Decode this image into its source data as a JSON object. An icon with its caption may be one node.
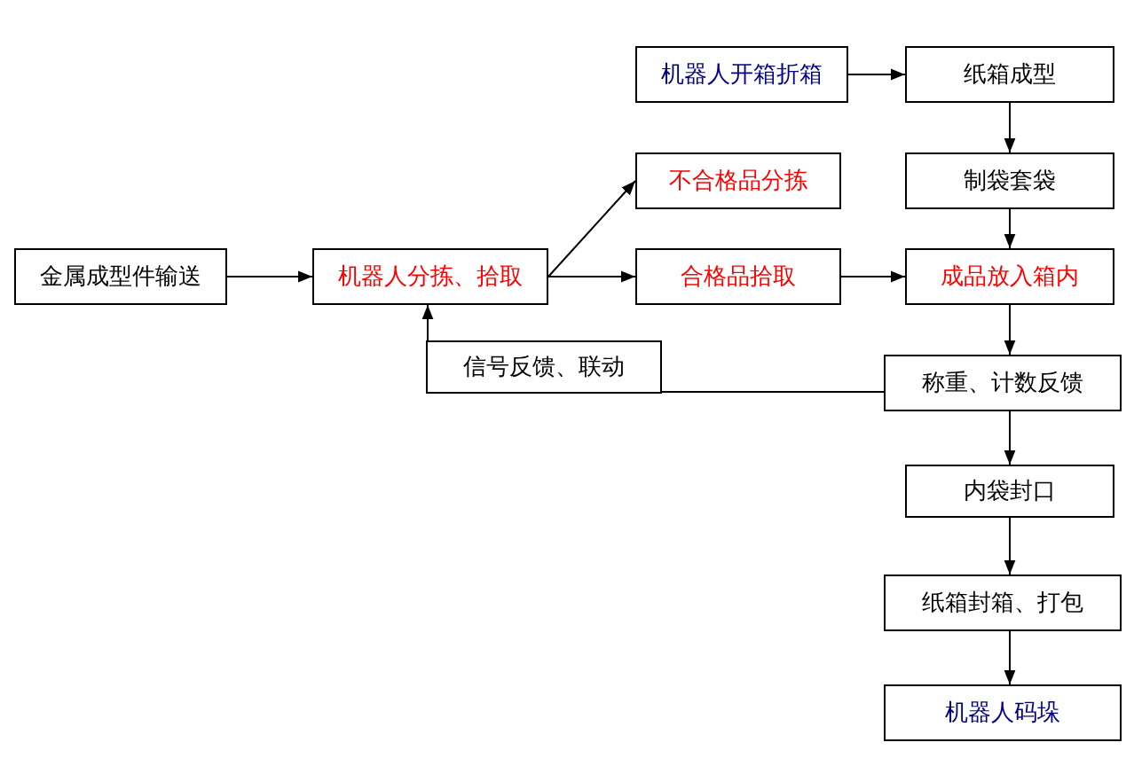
{
  "diagram": {
    "nodes": [
      {
        "text": [
          "金属成型件输送"
        ]
      },
      {
        "text": [
          "机器人分拣、拾取"
        ]
      },
      {
        "text": [
          "不合格品分拣"
        ]
      },
      {
        "text": [
          "合格品拾取"
        ]
      },
      {
        "text": [
          "机器人开箱折箱"
        ]
      },
      {
        "text": [
          "纸箱成型"
        ]
      },
      {
        "text": [
          "制袋套袋"
        ]
      },
      {
        "text": [
          "成品放入箱内"
        ]
      },
      {
        "text": [
          "信号反馈、联动"
        ]
      },
      {
        "text": [
          "称重、计数反馈"
        ]
      },
      {
        "text": [
          "内袋封口"
        ]
      },
      {
        "text": [
          "纸箱封箱、打包"
        ]
      },
      {
        "text": [
          "机器人码垛"
        ]
      }
    ],
    "edges": [
      {
        "from": 0,
        "to": 1,
        "arrow": "to"
      },
      {
        "from": 1,
        "to": 2,
        "arrow": "to"
      },
      {
        "from": 1,
        "to": 3,
        "arrow": "to"
      },
      {
        "from": 3,
        "to": 7,
        "arrow": "to"
      },
      {
        "from": 4,
        "to": 5,
        "arrow": "to"
      },
      {
        "from": 5,
        "to": 6,
        "arrow": "to"
      },
      {
        "from": 6,
        "to": 7,
        "arrow": "to"
      },
      {
        "from": 7,
        "to": 9,
        "arrow": "to"
      },
      {
        "from": 9,
        "to": 8,
        "arrow": "none"
      },
      {
        "from": 8,
        "to": 1,
        "arrow": "to"
      },
      {
        "from": 9,
        "to": 10,
        "arrow": "to"
      },
      {
        "from": 10,
        "to": 11,
        "arrow": "to"
      },
      {
        "from": 11,
        "to": 12,
        "arrow": "to"
      }
    ]
  }
}
